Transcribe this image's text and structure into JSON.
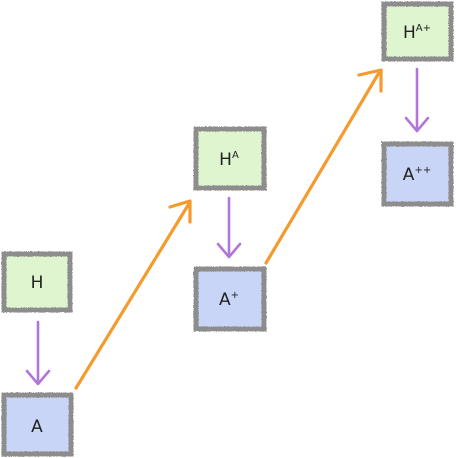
{
  "colors": {
    "hypothesis_fill": "#dff5cf",
    "hypothesis_border": "#8d8d8d",
    "agent_fill": "#c9d5f6",
    "agent_border": "#8d8d8d",
    "vertical_arrow": "#b276d8",
    "diagonal_arrow": "#f59a2d"
  },
  "nodes": {
    "h": {
      "base": "H",
      "sup": ""
    },
    "a": {
      "base": "A",
      "sup": ""
    },
    "ha": {
      "base": "H",
      "sup": "A"
    },
    "a_plus": {
      "base": "A",
      "sup": "+"
    },
    "ha_plus": {
      "base": "H",
      "sup": "A+"
    },
    "a_plus_plus": {
      "base": "A",
      "sup": "++"
    }
  }
}
